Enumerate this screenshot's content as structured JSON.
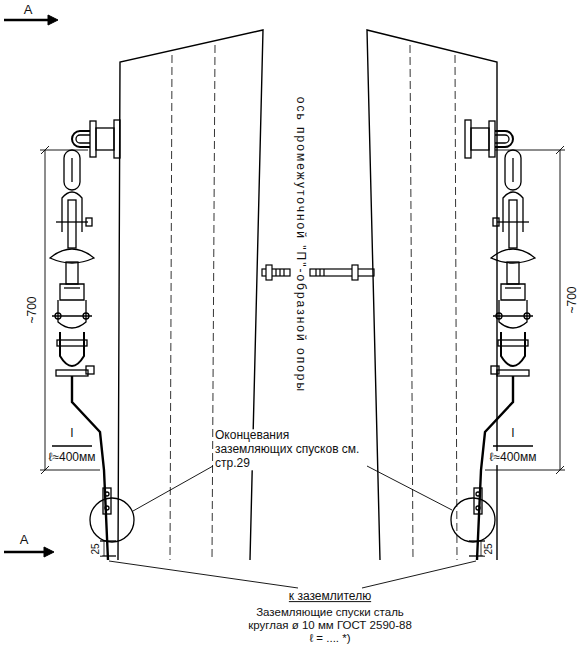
{
  "diagram": {
    "labels": [
      "A",
      "A",
      "ось промежуточной \"П\"-образной опоры",
      "~700",
      "~700",
      "I",
      "ℓ≈400мм",
      "I",
      "ℓ≈400мм",
      "Оконцевания заземляющих спусков см. стр.29",
      "25",
      "25",
      "к заземлителю",
      "Заземляющие спуски сталь круглая ø 10 мм ГОСТ 2590-88 ℓ = .... *)"
    ]
  }
}
